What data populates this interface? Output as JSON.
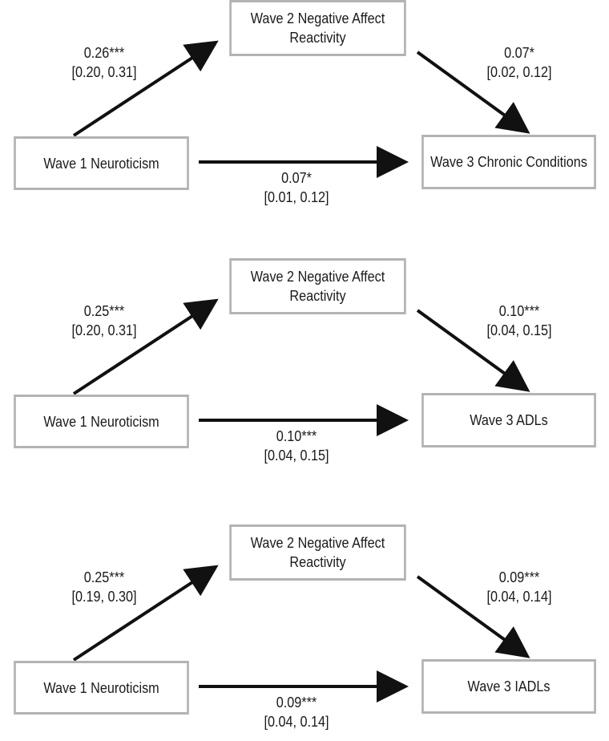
{
  "panels": [
    {
      "mediator": "Wave 2 Negative Affect\nReactivity",
      "predictor": "Wave 1 Neuroticism",
      "outcome": "Wave 3 Chronic Conditions",
      "path_a": {
        "coef": "0.26***",
        "ci": "[0.20, 0.31]"
      },
      "path_b": {
        "coef": "0.07*",
        "ci": "[0.02, 0.12]"
      },
      "path_c": {
        "coef": "0.07*",
        "ci": "[0.01, 0.12]"
      }
    },
    {
      "mediator": "Wave 2 Negative Affect\nReactivity",
      "predictor": "Wave 1 Neuroticism",
      "outcome": "Wave 3 ADLs",
      "path_a": {
        "coef": "0.25***",
        "ci": "[0.20, 0.31]"
      },
      "path_b": {
        "coef": "0.10***",
        "ci": "[0.04, 0.15]"
      },
      "path_c": {
        "coef": "0.10***",
        "ci": "[0.04, 0.15]"
      }
    },
    {
      "mediator": "Wave 2 Negative Affect\nReactivity",
      "predictor": "Wave 1 Neuroticism",
      "outcome": "Wave 3 IADLs",
      "path_a": {
        "coef": "0.25***",
        "ci": "[0.19, 0.30]"
      },
      "path_b": {
        "coef": "0.09***",
        "ci": "[0.04, 0.14]"
      },
      "path_c": {
        "coef": "0.09***",
        "ci": "[0.04, 0.14]"
      }
    }
  ]
}
